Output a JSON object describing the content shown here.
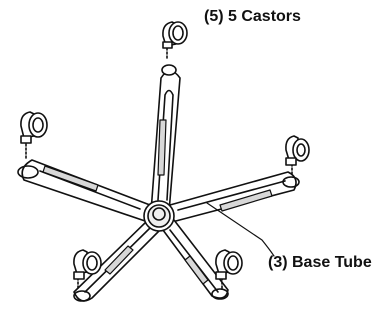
{
  "labels": {
    "castors": "(5) 5 Castors",
    "base_tube": "(3) Base Tube"
  },
  "parts": {
    "castor_count": 5,
    "leg_count": 5
  },
  "colors": {
    "ink": "#111111",
    "background": "#ffffff"
  }
}
